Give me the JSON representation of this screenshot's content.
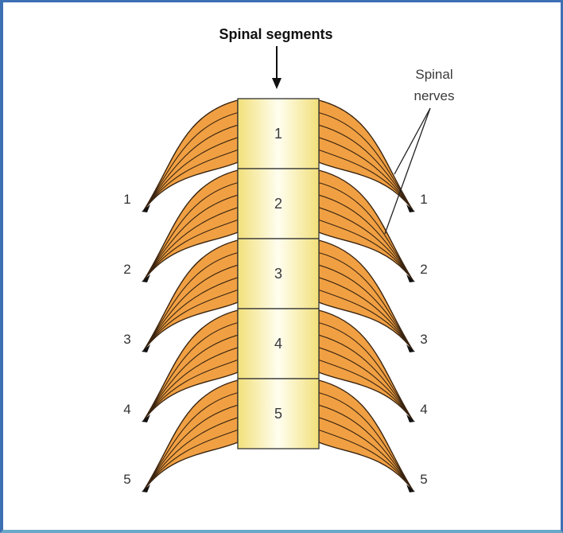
{
  "title": "Spinal segments",
  "callout_label_line1": "Spinal",
  "callout_label_line2": "nerves",
  "segments": [
    "1",
    "2",
    "3",
    "4",
    "5"
  ],
  "left_nerve_labels": [
    "1",
    "2",
    "3",
    "4",
    "5"
  ],
  "right_nerve_labels": [
    "1",
    "2",
    "3",
    "4",
    "5"
  ],
  "colors": {
    "frame": "#3d6fb3",
    "nerve_fill": "#f0a043",
    "nerve_stroke": "#3a2410",
    "segment_fill_light": "#fffce6",
    "segment_fill_dark": "#f2e07a",
    "segment_border": "#333333"
  }
}
